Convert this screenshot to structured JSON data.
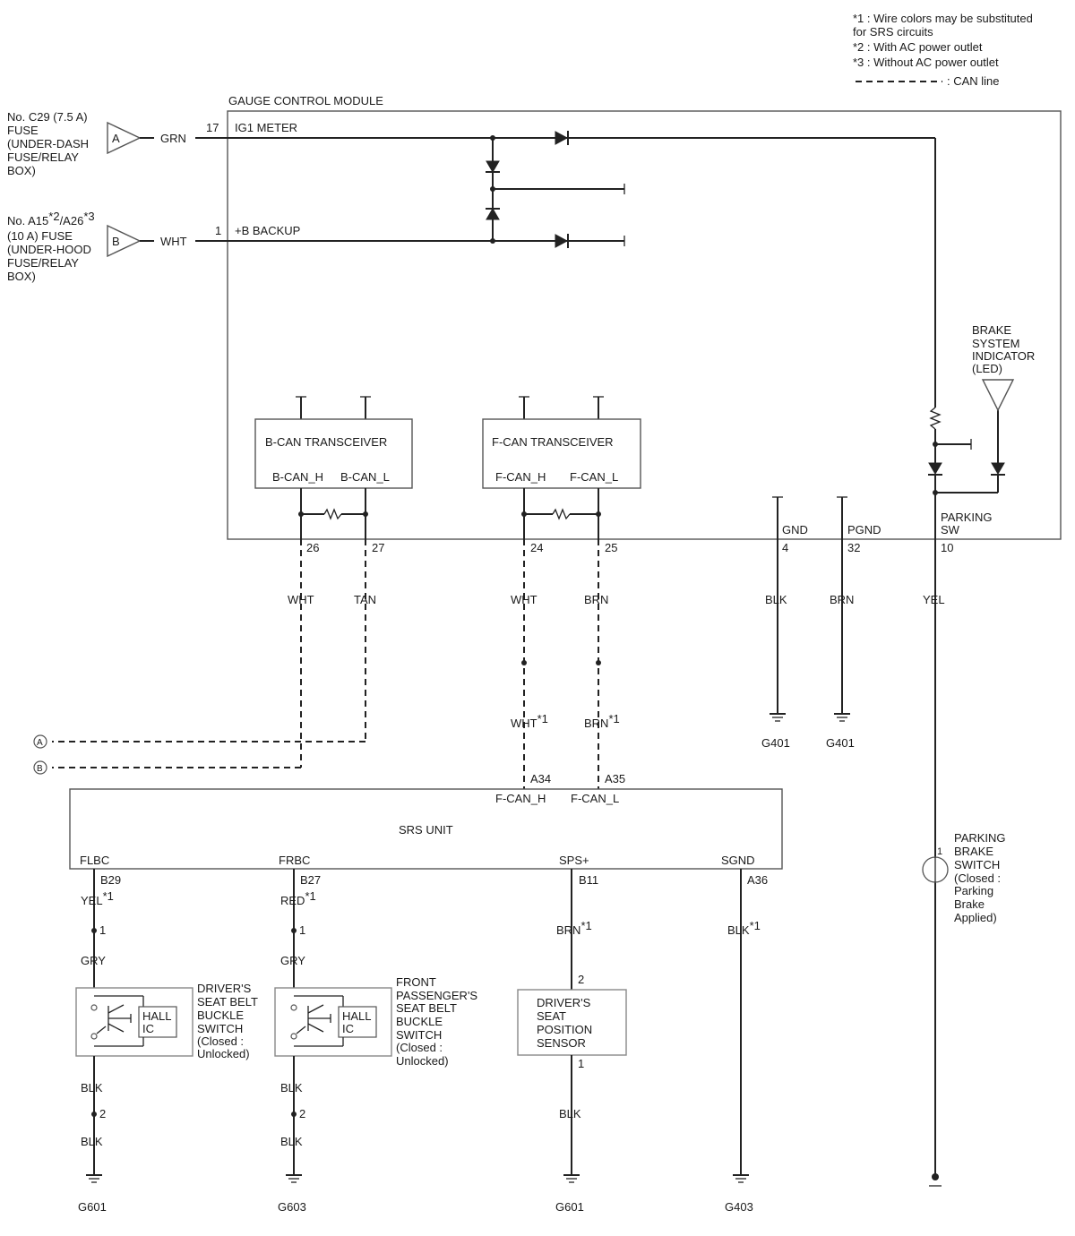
{
  "notes": {
    "n1a": "*1 : Wire colors may be substituted",
    "n1b": "for SRS circuits",
    "n2": "*2 : With AC power outlet",
    "n3": "*3 : Without AC power outlet",
    "can_legend": ": CAN line"
  },
  "gauge": {
    "title": "GAUGE CONTROL MODULE",
    "pin_17": "17",
    "ig1": "IG1 METER",
    "pin_1": "1",
    "backup": "+B BACKUP",
    "bcan": "B-CAN TRANSCEIVER",
    "bcan_h": "B-CAN_H",
    "bcan_l": "B-CAN_L",
    "fcan": "F-CAN TRANSCEIVER",
    "fcan_h": "F-CAN_H",
    "fcan_l": "F-CAN_L",
    "gnd": "GND",
    "pgnd": "PGND",
    "parking_1": "PARKING",
    "parking_2": "SW",
    "pin_26": "26",
    "pin_27": "27",
    "pin_24": "24",
    "pin_25": "25",
    "pin_4": "4",
    "pin_32": "32",
    "pin_10": "10"
  },
  "fuse_a": {
    "l1": "No. C29 (7.5 A)",
    "l2": "FUSE",
    "l3": "(UNDER-DASH",
    "l4": "FUSE/RELAY",
    "l5": "BOX)",
    "tag": "A",
    "wire": "GRN"
  },
  "fuse_b": {
    "l1_pre": "No. A15",
    "l1_s1": "*2",
    "l1_mid": "/A26",
    "l1_s2": "*3",
    "l2": "(10 A) FUSE",
    "l3": "(UNDER-HOOD",
    "l4": "FUSE/RELAY",
    "l5": "BOX)",
    "tag": "B",
    "wire": "WHT"
  },
  "brake_led": {
    "l1": "BRAKE",
    "l2": "SYSTEM",
    "l3": "INDICATOR",
    "l4": "(LED)"
  },
  "wires": {
    "wht1": "WHT",
    "tan": "TAN",
    "wht2": "WHT",
    "brn": "BRN",
    "blk_g": "BLK",
    "brn_g": "BRN",
    "yel": "YEL",
    "wht_s": "WHT",
    "brn_s": "BRN",
    "star1": "*1",
    "g401a": "G401",
    "g401b": "G401",
    "link_a": "A",
    "link_b": "B"
  },
  "srs": {
    "title": "SRS UNIT",
    "a34": "A34",
    "a35": "A35",
    "fcan_h": "F-CAN_H",
    "fcan_l": "F-CAN_L",
    "flbc": "FLBC",
    "frbc": "FRBC",
    "sps": "SPS+",
    "sgnd": "SGND",
    "b29": "B29",
    "b27": "B27",
    "b11": "B11",
    "a36": "A36"
  },
  "drv_belt": {
    "wire1": "YEL",
    "pin1": "1",
    "gry": "GRY",
    "hall1": "HALL",
    "hall2": "IC",
    "l1": "DRIVER'S",
    "l2": "SEAT BELT",
    "l3": "BUCKLE",
    "l4": "SWITCH",
    "l5": "(Closed :",
    "l6": "Unlocked)",
    "blk1": "BLK",
    "pin2": "2",
    "blk2": "BLK",
    "ground": "G601"
  },
  "pass_belt": {
    "wire1": "RED",
    "pin1": "1",
    "gry": "GRY",
    "hall1": "HALL",
    "hall2": "IC",
    "l1": "FRONT",
    "l2": "PASSENGER'S",
    "l3": "SEAT BELT",
    "l4": "BUCKLE",
    "l5": "SWITCH",
    "l6": "(Closed :",
    "l7": "Unlocked)",
    "blk1": "BLK",
    "pin2": "2",
    "blk2": "BLK",
    "ground": "G603"
  },
  "seat_sensor": {
    "wire1": "BRN",
    "pin2": "2",
    "l1": "DRIVER'S",
    "l2": "SEAT",
    "l3": "POSITION",
    "l4": "SENSOR",
    "pin1": "1",
    "blk": "BLK",
    "ground": "G601"
  },
  "sgnd_line": {
    "wire": "BLK",
    "ground": "G403"
  },
  "parking_brake": {
    "pin": "1",
    "l1": "PARKING",
    "l2": "BRAKE",
    "l3": "SWITCH",
    "l4": "(Closed :",
    "l5": "Parking",
    "l6": "Brake",
    "l7": "Applied)"
  }
}
